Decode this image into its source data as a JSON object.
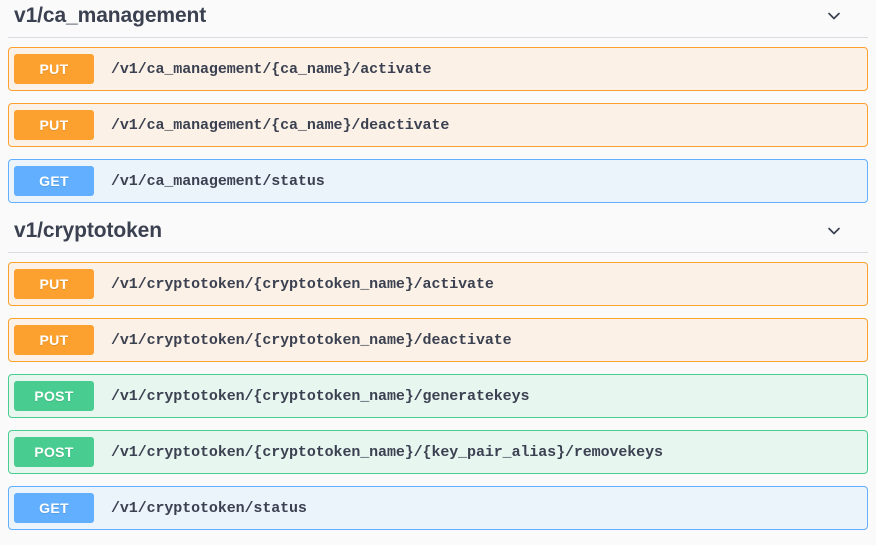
{
  "page": {
    "title": "Swagger UI operations list",
    "background_color": "#fafafa"
  },
  "colors": {
    "get": "#61affe",
    "post": "#49cc90",
    "put": "#fca130",
    "delete": "#f93e3e",
    "text": "#3b4151",
    "divider": "#d8dce0"
  },
  "sections": [
    {
      "id": "v1-ca-management",
      "title": "v1/ca_management",
      "chevron_icon": "chevron-down-icon",
      "expanded": true,
      "operations": [
        {
          "method": "PUT",
          "method_class": "put",
          "path": "/v1/ca_management/{ca_name}/activate"
        },
        {
          "method": "PUT",
          "method_class": "put",
          "path": "/v1/ca_management/{ca_name}/deactivate"
        },
        {
          "method": "GET",
          "method_class": "get",
          "path": "/v1/ca_management/status"
        }
      ]
    },
    {
      "id": "v1-cryptotoken",
      "title": "v1/cryptotoken",
      "chevron_icon": "chevron-down-icon",
      "expanded": true,
      "operations": [
        {
          "method": "PUT",
          "method_class": "put",
          "path": "/v1/cryptotoken/{cryptotoken_name}/activate"
        },
        {
          "method": "PUT",
          "method_class": "put",
          "path": "/v1/cryptotoken/{cryptotoken_name}/deactivate"
        },
        {
          "method": "POST",
          "method_class": "post",
          "path": "/v1/cryptotoken/{cryptotoken_name}/generatekeys"
        },
        {
          "method": "POST",
          "method_class": "post",
          "path": "/v1/cryptotoken/{cryptotoken_name}/{key_pair_alias}/removekeys"
        },
        {
          "method": "GET",
          "method_class": "get",
          "path": "/v1/cryptotoken/status"
        }
      ]
    }
  ]
}
